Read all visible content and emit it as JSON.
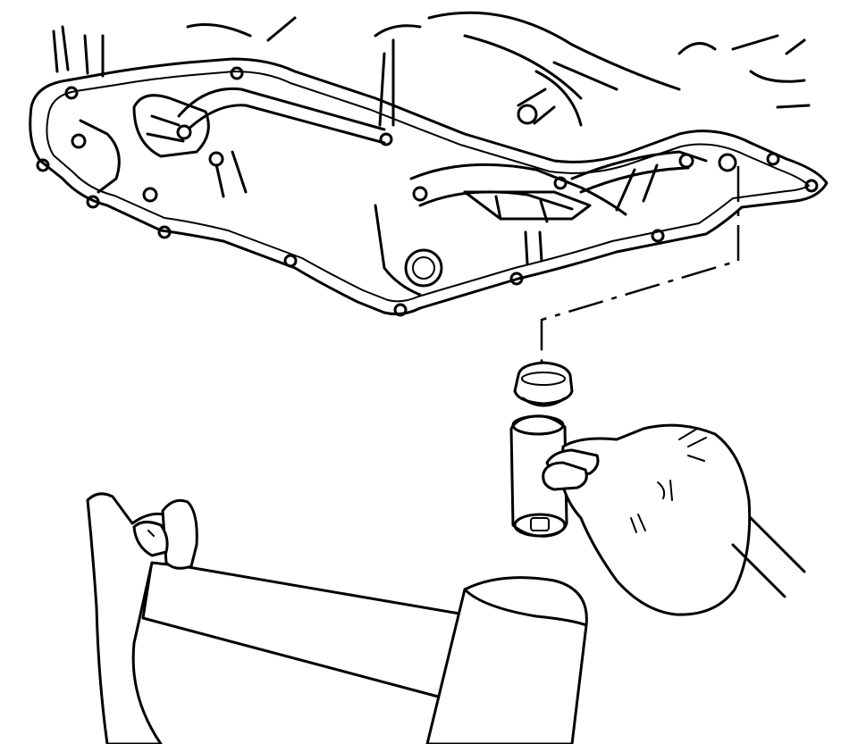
{
  "figure": {
    "components": [
      "transmission-case",
      "oil-pan-gasket-flange",
      "valve-body",
      "drain-plug",
      "socket",
      "ratchet-handle",
      "left-hand",
      "right-hand"
    ]
  },
  "colors": {
    "line": "#000000",
    "background": "#ffffff"
  }
}
